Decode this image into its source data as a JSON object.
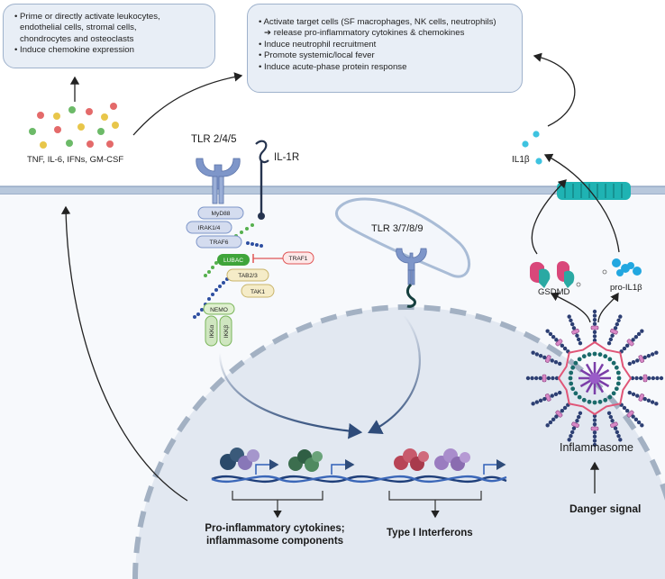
{
  "left_box": {
    "lines": [
      "• Prime or directly activate leukocytes,",
      "  endothelial cells, stromal cells,",
      "  chondrocytes and osteoclasts",
      "• Induce chemokine expression"
    ]
  },
  "right_box": {
    "lines": [
      "• Activate target cells (SF macrophages, NK cells, neutrophils)",
      "  ➔ release pro-inflammatory cytokines & chemokines",
      "• Induce neutrophil recruitment",
      "• Promote systemic/local fever",
      "• Induce acute-phase protein response"
    ]
  },
  "labels": {
    "cytokines": "TNF, IL-6, IFNs, GM-CSF",
    "tlr245": "TLR 2/4/5",
    "il1r": "IL-1R",
    "tlr3789": "TLR 3/7/8/9",
    "il1b": "IL1β",
    "gsdmd": "GSDMD",
    "pro_il1b": "pro-IL1β",
    "inflammasome": "Inflammasome",
    "danger": "Danger signal",
    "proinflam_1": "Pro-inflammatory cytokines;",
    "proinflam_2": "inflammasome components",
    "type1": "Type I Interferons"
  },
  "pathway": {
    "myd88": "MyD88",
    "irak": "IRAK1/4",
    "traf6": "TRAF6",
    "lubac": "LUBAC",
    "traf1": "TRAF1",
    "tab": "TAB2/3",
    "tak1": "TAK1",
    "nemo": "NEMO",
    "ikka": "IKKα",
    "ikkb": "IKKβ"
  },
  "colors": {
    "membrane": "#a9bdd6",
    "receptor": "#7e96c9",
    "lubac_green": "#3fa43a",
    "nucleus_fill": "#e2e8f1",
    "traf1_red": "#e05555",
    "pyroptosis_teal": "#1fb3b3"
  }
}
